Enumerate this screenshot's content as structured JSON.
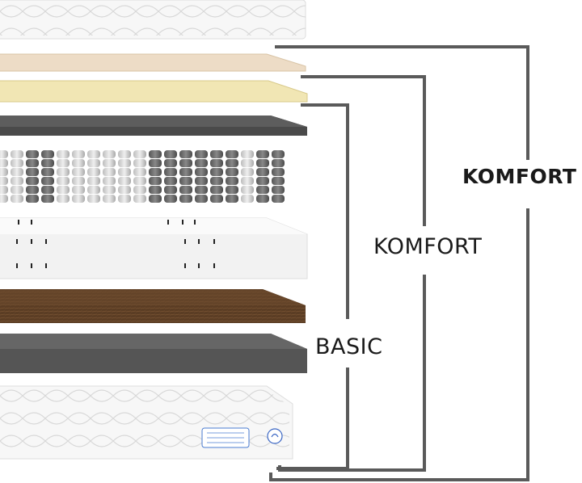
{
  "tiers": {
    "basic_label": "BASIC",
    "komfort_label": "KOMFORT",
    "komfort_plus_label": "KOMFORT +"
  },
  "colors": {
    "bracket_line": "#5a5a5a",
    "latex_layer": "#eddcc6",
    "memory_foam_layer": "#f1e6b4",
    "felt_layer": "#4a4a4a",
    "coconut_layer": "#5b3d24",
    "foam_core": "#f2f2f2",
    "quilted_cover": "#f7f7f7"
  }
}
